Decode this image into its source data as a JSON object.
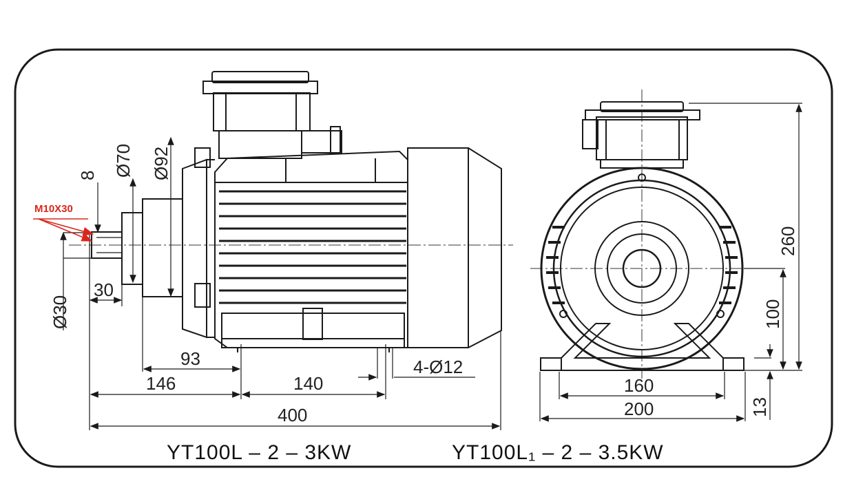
{
  "dimensions": {
    "shaft_key": "8",
    "thread": "M10X30",
    "shaft_len": "30",
    "shaft_dia": "Ø30",
    "spigot_dia": "Ø70",
    "flange_dia": "Ø92",
    "d93": "93",
    "d146": "146",
    "d140": "140",
    "bolt_holes": "4-Ø12",
    "overall_len": "400",
    "height_total": "260",
    "shaft_height": "100",
    "foot_thick": "13",
    "foot_inner": "160",
    "foot_outer": "200"
  },
  "titles": {
    "left": "YT100L – 2 – 3KW",
    "right": "YT100L₁ – 2 – 3.5KW"
  },
  "colors": {
    "line": "#1a1a1a",
    "callout": "#d9261c"
  }
}
